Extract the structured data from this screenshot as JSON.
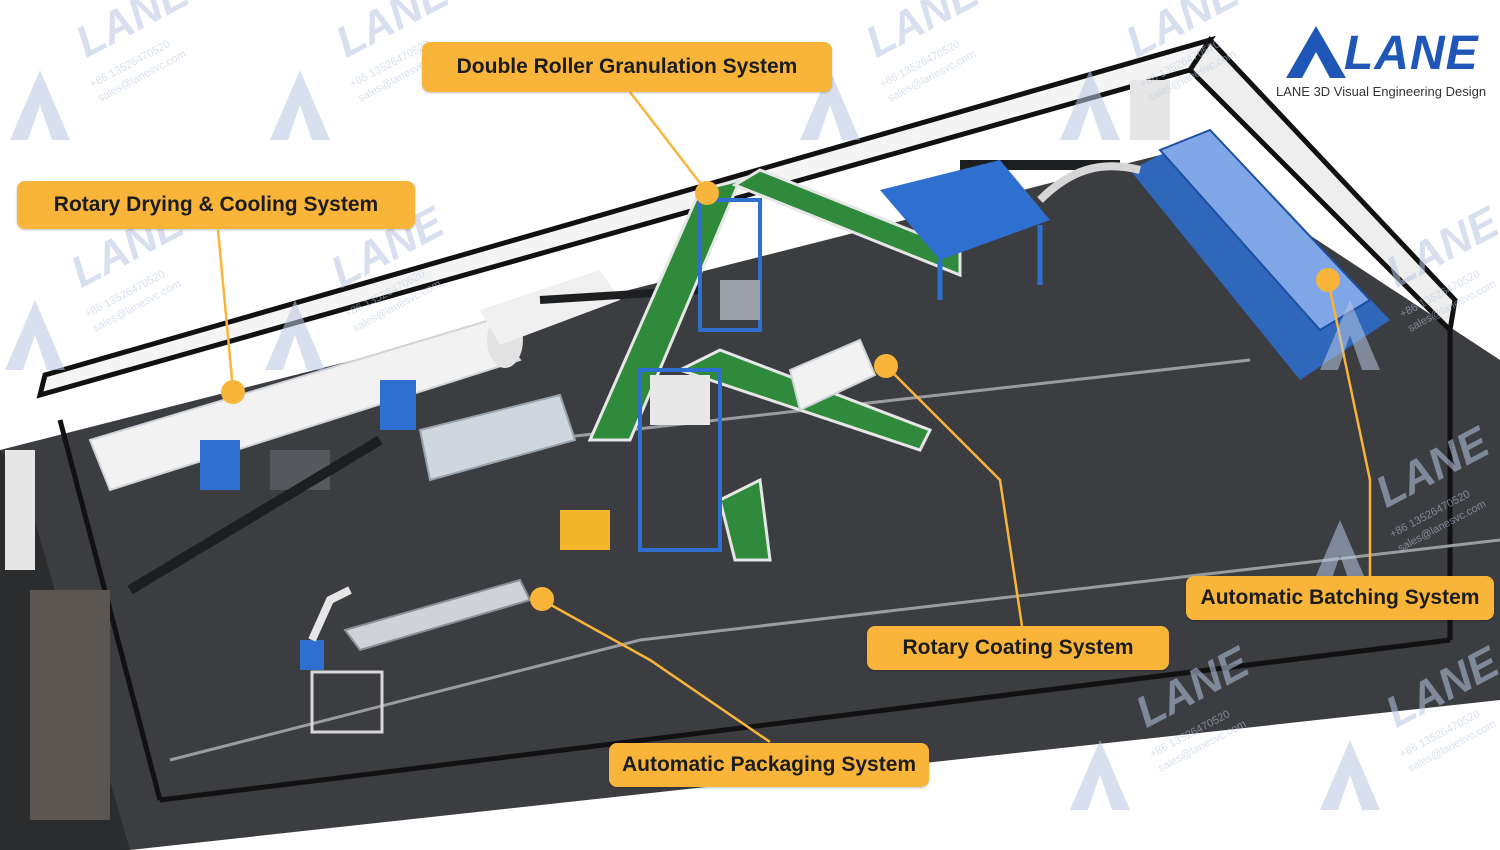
{
  "brand": {
    "name": "LANE",
    "tagline": "LANE 3D Visual Engineering Design",
    "color": "#1f57b8"
  },
  "watermark": {
    "word": "LANE",
    "phone": "+86 13526470520",
    "email": "sales@lanesvc.com"
  },
  "callouts": [
    {
      "id": "granulation",
      "label": "Double Roller Granulation System"
    },
    {
      "id": "drying",
      "label": "Rotary Drying & Cooling System"
    },
    {
      "id": "batching",
      "label": "Automatic Batching System"
    },
    {
      "id": "coating",
      "label": "Rotary Coating System"
    },
    {
      "id": "packaging",
      "label": "Automatic Packaging System"
    }
  ],
  "colors": {
    "callout": "#f9b53a",
    "floor": "#3b3d40",
    "steel": "#2e6fd0",
    "conveyor": "#2f8a3c"
  }
}
